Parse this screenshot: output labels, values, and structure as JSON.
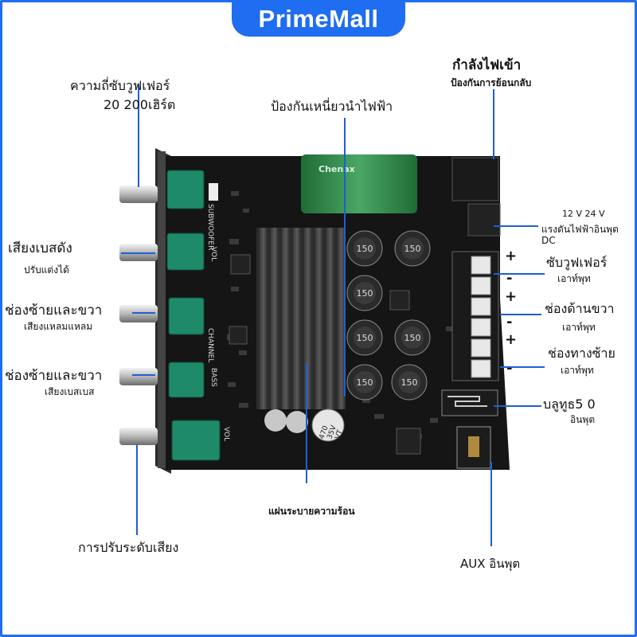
{
  "brand": {
    "name": "PrimeMall",
    "color": "#1f6df0"
  },
  "labels": {
    "subwoofer_freq": "ความถี่ซับวูฟเฟอร์",
    "subwoofer_freq_range": "20 200เฮิร์ต",
    "bass_sound": "เสียงเบสดัง",
    "bass_adjustable": "ปรับแต่งได้",
    "left_right_1": "ช่องซ้ายและขวา",
    "treble": "เสียงแหลมแหลม",
    "left_right_2": "ช่องซ้ายและขวา",
    "bass_bass": "เสียงเบสเบส",
    "volume_adjust": "การปรับระดับเสียง",
    "power_input": "กำลังไฟเข้า",
    "reverse_protect": "ป้องกันการย้อนกลับ",
    "induction_protect": "ป้องกันเหนี่ยวนำไฟฟ้า",
    "dc_range": "12 V 24 V",
    "dc_input": "แรงดันไฟฟ้าอินพุต",
    "dc": "DC",
    "subwoofer_out": "ซับวูฟเฟอร์",
    "output_1": "เอาท์พุท",
    "right_channel": "ช่องด้านขวา",
    "output_2": "เอาท์พุท",
    "left_channel": "ช่องทางซ้าย",
    "output_3": "เอาท์พุท",
    "bluetooth": "บลูทูธ5 0",
    "bluetooth_input": "อินพุต",
    "heatsink": "แผ่นระบายความร้อน",
    "aux_input": "AUX อินพุต"
  },
  "board": {
    "silkscreen": [
      "SUBWOOFER",
      "VOL",
      "CHANNEL",
      "BASS",
      "VOL"
    ],
    "inductor_values": [
      "150",
      "150",
      "150",
      "150",
      "150",
      "150",
      "150"
    ],
    "capacitor_text": [
      "470",
      "35V",
      "VT"
    ],
    "capacitor_brand": "Chenax",
    "terminal_signs": [
      "+",
      "-",
      "+",
      "-",
      "+",
      "-"
    ]
  },
  "colors": {
    "pcb": "#141414",
    "knob_green": "#1f8a6a",
    "lines": "#1f5fd6",
    "cap_green": "#2e8b4a"
  }
}
